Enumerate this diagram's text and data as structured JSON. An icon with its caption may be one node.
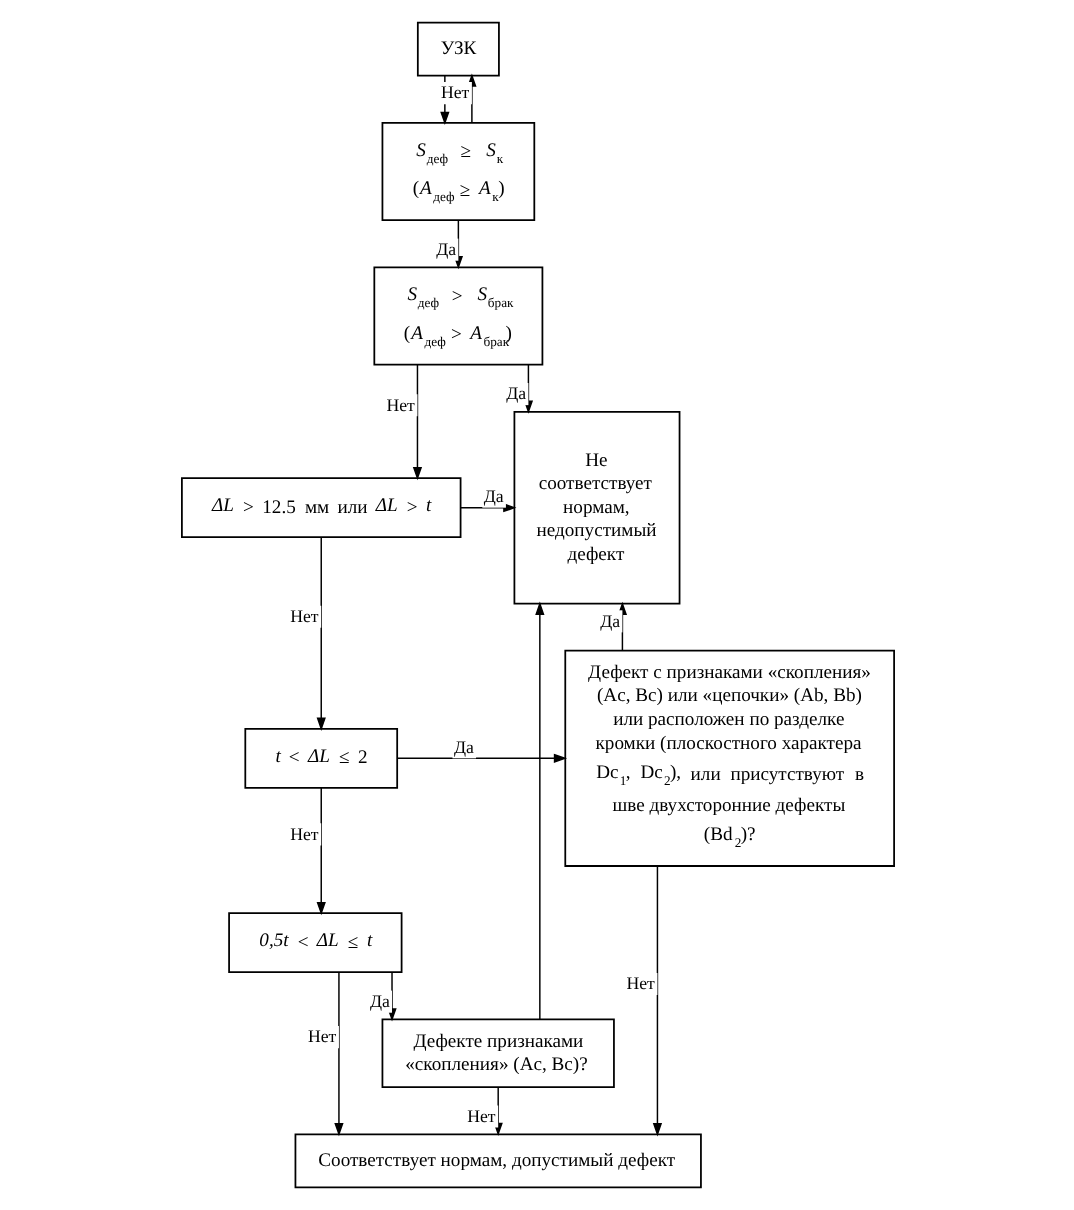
{
  "diagram": {
    "nodes": [
      {
        "text": [
          "УЗК"
        ]
      },
      {
        "text": [
          "*S*$_{деф}$ ≥ *S*$_{к}$",
          "(*A*$_{деф}$ ≥ *A*$_{к}$)"
        ]
      },
      {
        "text": [
          "*S*$_{деф}$ > *S*$_{брак}$",
          "(*A*$_{деф}$ > *A*$_{брак}$)"
        ]
      },
      {
        "text": [
          "Не соответствует нормам, недопустимый дефект"
        ]
      },
      {
        "text": [
          "*ΔL* > 12.5 мм или *ΔL* > *t*"
        ]
      },
      {
        "text": [
          "*t* < *ΔL* ≤ 2"
        ]
      },
      {
        "text": [
          "Дефект с признаками «скопления» (Ac, Bc) или «цепочки» (Ab, Bb) или расположен по разделке кромки (плоскостного характера Dc$_{1}$, Dc$_{2}$), или присутствуют в шве двухсторонние дефекты (Bd$_{2}$)?"
        ]
      },
      {
        "text": [
          "*0,5t* < *ΔL* ≤ *t*"
        ]
      },
      {
        "text": [
          "Дефекте признаками «скопления» (Ac, Bc)?"
        ]
      },
      {
        "text": [
          "Соответствует нормам, допустимый дефект"
        ]
      }
    ],
    "edges": [
      {
        "from": 0,
        "to": 1,
        "arrow": "to"
      },
      {
        "from": 1,
        "to": 0,
        "arrow": "to",
        "label": "Нет"
      },
      {
        "from": 1,
        "to": 2,
        "arrow": "to",
        "label": "Да"
      },
      {
        "from": 2,
        "to": 3,
        "arrow": "to",
        "label": "Да"
      },
      {
        "from": 2,
        "to": 4,
        "arrow": "to",
        "label": "Нет"
      },
      {
        "from": 4,
        "to": 3,
        "arrow": "to",
        "label": "Да"
      },
      {
        "from": 4,
        "to": 5,
        "arrow": "to",
        "label": "Нет"
      },
      {
        "from": 5,
        "to": 6,
        "arrow": "to",
        "label": "Да"
      },
      {
        "from": 5,
        "to": 7,
        "arrow": "to",
        "label": "Нет"
      },
      {
        "from": 6,
        "to": 3,
        "arrow": "to",
        "label": "Да"
      },
      {
        "from": 6,
        "to": 9,
        "arrow": "to",
        "label": "Нет"
      },
      {
        "from": 7,
        "to": 8,
        "arrow": "to",
        "label": "Да"
      },
      {
        "from": 7,
        "to": 9,
        "arrow": "to",
        "label": "Нет"
      },
      {
        "from": 8,
        "to": 3,
        "arrow": "to"
      },
      {
        "from": 8,
        "to": 9,
        "arrow": "to",
        "label": "Нет"
      }
    ]
  }
}
